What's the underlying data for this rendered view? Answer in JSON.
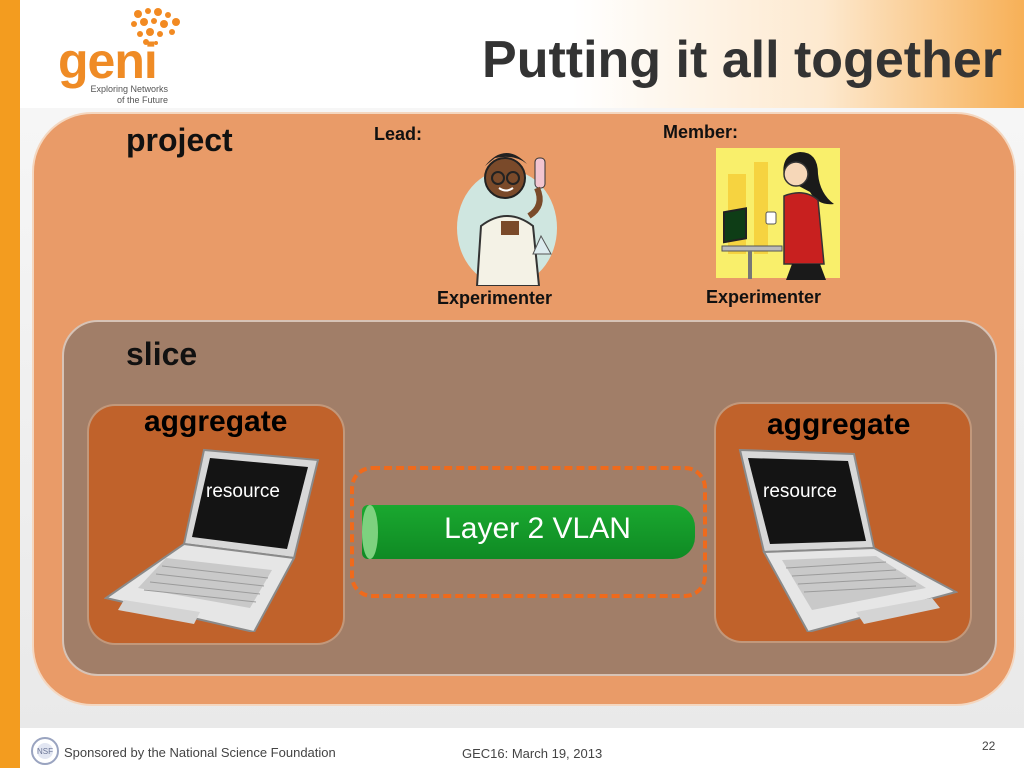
{
  "header": {
    "title": "Putting it all together",
    "logo": {
      "word": "geni",
      "tagline_line1": "Exploring Networks",
      "tagline_line2": "of the Future"
    }
  },
  "project": {
    "label": "project",
    "lead_label": "Lead:",
    "member_label": "Member:",
    "lead_caption": "Experimenter",
    "member_caption": "Experimenter"
  },
  "slice": {
    "label": "slice",
    "aggregates": [
      {
        "label": "aggregate",
        "resource_label": "resource"
      },
      {
        "label": "aggregate",
        "resource_label": "resource"
      }
    ],
    "link_label": "Layer 2 VLAN"
  },
  "footer": {
    "sponsor": "Sponsored by the National Science Foundation",
    "event": "GEC16: March 19, 2013",
    "page_number": "22"
  },
  "colors": {
    "accent_orange": "#f39c1f",
    "project_fill": "#e99b68",
    "slice_fill": "#a17e68",
    "aggregate_fill": "#c0622b",
    "vlan_green": "#129a29",
    "dash_orange": "#ef6a1c"
  }
}
